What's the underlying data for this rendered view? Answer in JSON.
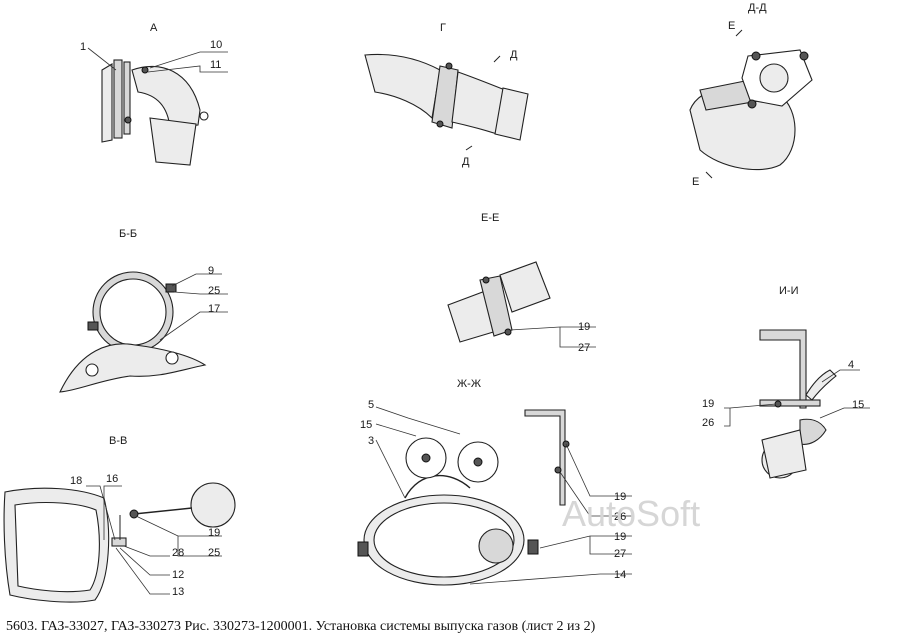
{
  "views": {
    "a": "А",
    "g": "Г",
    "dd": "Д-Д",
    "bb": "Б-Б",
    "ee": "Е-Е",
    "ii": "И-И",
    "vv": "В-В",
    "zhzh": "Ж-Ж"
  },
  "cut_marks": {
    "d": "Д",
    "e": "Е"
  },
  "callouts": {
    "n1": "1",
    "n3": "3",
    "n4": "4",
    "n5": "5",
    "n9": "9",
    "n10": "10",
    "n11": "11",
    "n12": "12",
    "n13": "13",
    "n14": "14",
    "n15": "15",
    "n16": "16",
    "n17": "17",
    "n18": "18",
    "n19": "19",
    "n25": "25",
    "n26": "26",
    "n27": "27",
    "n28": "28"
  },
  "watermark": "AutoSoft",
  "caption": "5603. ГАЗ-33027, ГАЗ-330273 Рис. 330273-1200001. Установка системы выпуска газов (лист 2 из 2)"
}
